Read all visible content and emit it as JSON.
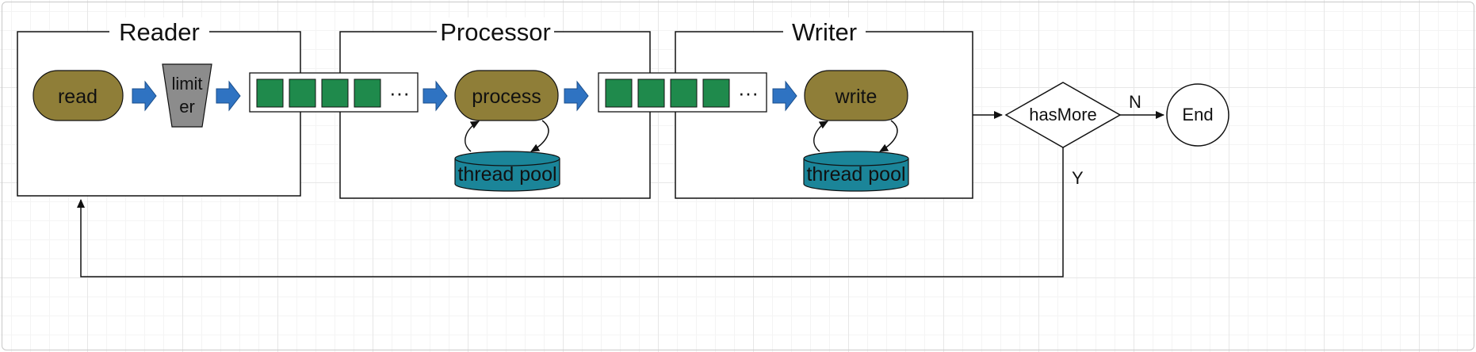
{
  "stages": {
    "reader": {
      "title": "Reader"
    },
    "processor": {
      "title": "Processor"
    },
    "writer": {
      "title": "Writer"
    }
  },
  "nodes": {
    "read": "read",
    "limiter_line1": "limit",
    "limiter_line2": "er",
    "process": "process",
    "write": "write",
    "processor_pool": "thread pool",
    "writer_pool": "thread pool",
    "decision": "hasMore",
    "end": "End"
  },
  "queue_ellipsis": "···",
  "edge_labels": {
    "no": "N",
    "yes": "Y"
  },
  "colors": {
    "task_fill": "#8f7e38",
    "limiter_fill": "#8c8c8c",
    "queue_item": "#1f8a4c",
    "pool_fill": "#1b8599",
    "arrow_fill": "#2f73c2"
  }
}
